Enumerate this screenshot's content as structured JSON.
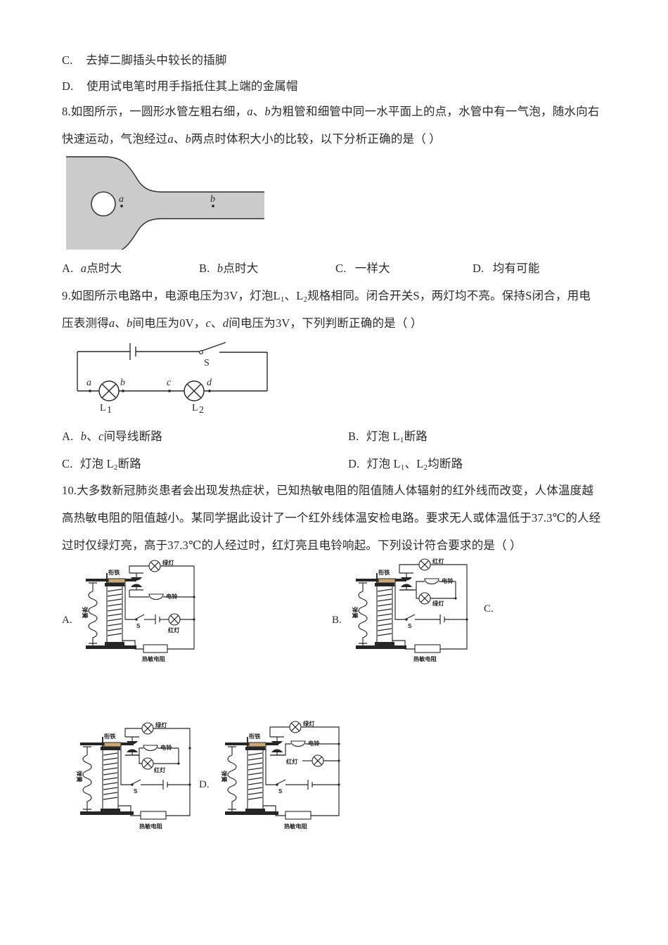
{
  "document": {
    "type": "physics-exam-worksheet",
    "language": "zh-CN",
    "page_background": "#ffffff",
    "ink_color": "#2b2b2b"
  },
  "q7_tail": {
    "option_c_letter": "C.",
    "option_c_text": "去掉二脚插头中较长的插脚",
    "option_d_letter": "D.",
    "option_d_text": "使用试电笔时用手指抵住其上端的金属帽"
  },
  "q8": {
    "number": "8.",
    "stem_line1_a": "如图所示，一圆形水管左粗右细，",
    "stem_line1_ital1": "a",
    "stem_line1_b": "、",
    "stem_line1_ital2": "b",
    "stem_line1_c": "为粗管和细管中同一水平面上的点，水管中有一气泡，随水向右",
    "stem_line2_a": "快速运动，气泡经过",
    "stem_line2_ital1": "a",
    "stem_line2_b": "、",
    "stem_line2_ital2": "b",
    "stem_line2_c": "两点时体积大小的比较，以下分析正确的是（     ）",
    "figure": {
      "name": "water-pipe-with-bubble",
      "point_a_label": "a",
      "point_b_label": "b",
      "fill_color": "#cccccc",
      "outline_color": "#3a3a3a"
    },
    "options": [
      {
        "letter": "A.",
        "ital": "a",
        "text": "点时大"
      },
      {
        "letter": "B.",
        "ital": "b",
        "text": "点时大"
      },
      {
        "letter": "C.",
        "ital": "",
        "text": "一样大"
      },
      {
        "letter": "D.",
        "ital": "",
        "text": "均有可能"
      }
    ]
  },
  "q9": {
    "number": "9.",
    "stem_line1_a": "如图所示电路中，电源电压为3V，灯泡L",
    "stem_line1_sub1": "1",
    "stem_line1_b": "、L",
    "stem_line1_sub2": "2",
    "stem_line1_c": "规格相同。闭合开关S，两灯均不亮。保持S闭合，用电",
    "stem_line2_a": "压表测得",
    "stem_line2_ital1": "a",
    "stem_line2_b": "、",
    "stem_line2_ital2": "b",
    "stem_line2_c": "间电压为0V，",
    "stem_line2_ital3": "c",
    "stem_line2_d": "、",
    "stem_line2_ital4": "d",
    "stem_line2_e": "间电压为3V，下列判断正确的是（     ）",
    "figure": {
      "name": "series-circuit-two-lamps",
      "switch_label": "S",
      "node_a": "a",
      "node_b": "b",
      "node_c": "c",
      "node_d": "d",
      "lamp1_label": "L",
      "lamp1_sub": "1",
      "lamp2_label": "L",
      "lamp2_sub": "2",
      "source_voltage": "3V"
    },
    "options": [
      {
        "letter": "A.",
        "ital_pre": "b",
        "mid": "、",
        "ital_post": "c",
        "text": "间导线断路"
      },
      {
        "letter": "B.",
        "text_pre": "灯泡 L",
        "sub": "1",
        "text_post": "断路"
      },
      {
        "letter": "C.",
        "text_pre": "灯泡 L",
        "sub": "2",
        "text_post": "断路"
      },
      {
        "letter": "D.",
        "text_pre": "灯泡 L",
        "sub": "1",
        "mid": "、L",
        "sub2": "2",
        "text_post": "均断路"
      }
    ]
  },
  "q10": {
    "number": "10.",
    "stem_line1": "大多数新冠肺炎患者会出现发热症状，已知热敏电阻的阻值随人体辐射的红外线而改变，人体温度越",
    "stem_line2": "高热敏电阻的阻值越小。某同学据此设计了一个红外线体温安检电路。要求无人或体温低于37.3℃的人经",
    "stem_line3": "过时仅绿灯亮，高于37.3℃的人经过时，红灯亮且电铃响起。下列设计符合要求的是（     ）",
    "threshold_temperature": "37.3℃",
    "labels": {
      "armature": "衔铁",
      "spring": "弹簧",
      "green_lamp": "绿灯",
      "bell": "电铃",
      "red_lamp": "红灯",
      "switch": "S",
      "thermistor": "热敏电阻"
    },
    "choices": [
      {
        "letter": "A.",
        "figure_name": "relay-circuit-option-a",
        "top_branch": "绿灯",
        "middle_branch": "电铃",
        "bottom_branch": "红灯",
        "notes": "green lamp top, bell middle, red lamp on battery branch"
      },
      {
        "letter": "B.",
        "figure_name": "relay-circuit-option-b",
        "top_branch": "红灯",
        "middle_branch": "电铃",
        "bottom_branch": "绿灯",
        "notes": "red lamp top, bell and green lamp in middle group"
      },
      {
        "letter": "C.",
        "figure_name": "relay-circuit-option-c",
        "top_branch": "绿灯",
        "middle_branch": "电铃",
        "bottom_branch": "红灯",
        "notes": "green lamp top, bell and red lamp stacked in middle group"
      },
      {
        "letter": "D.",
        "figure_name": "relay-circuit-option-d",
        "top_branch": "绿灯",
        "middle_branch": "电铃",
        "bottom_branch": "红灯",
        "notes": "green lamp top, bell middle, red lamp at right of bell"
      }
    ]
  }
}
